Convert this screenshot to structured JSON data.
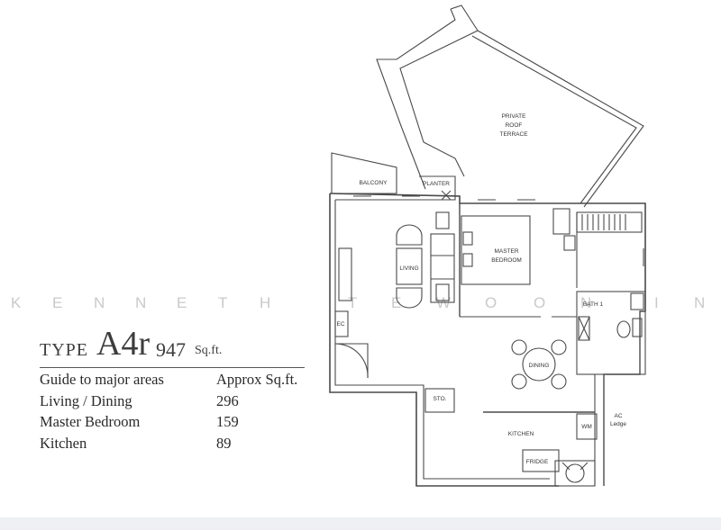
{
  "plan": {
    "type_prefix": "TYPE",
    "type_code": "A4r",
    "area_value": "947",
    "area_unit": "Sq.ft.",
    "watermark_letters": [
      "K",
      "E",
      "N",
      "N",
      "E",
      "T",
      "H",
      "T",
      "E",
      "W",
      "O",
      "O",
      "N",
      "I",
      "N"
    ],
    "labels": {
      "private_roof_terrace": [
        "PRIVATE",
        "ROOF",
        "TERRACE"
      ],
      "balcony": "BALCONY",
      "planter": "PLANTER",
      "living": "LIVING",
      "master_bedroom": [
        "MASTER",
        "BEDROOM"
      ],
      "ec": "EC",
      "bath1": "BATH 1",
      "dining": "DINING",
      "sto": "STO.",
      "kitchen": "KITCHEN",
      "wm": "WM",
      "ac_ledge": [
        "AC",
        "Ledge"
      ],
      "fridge": "FRIDGE"
    }
  },
  "areas": {
    "header_left": "Guide to major areas",
    "header_right": "Approx Sq.ft.",
    "rows": [
      {
        "name": "Living / Dining",
        "value": "296"
      },
      {
        "name": "Master Bedroom",
        "value": "159"
      },
      {
        "name": "Kitchen",
        "value": "89"
      }
    ]
  }
}
